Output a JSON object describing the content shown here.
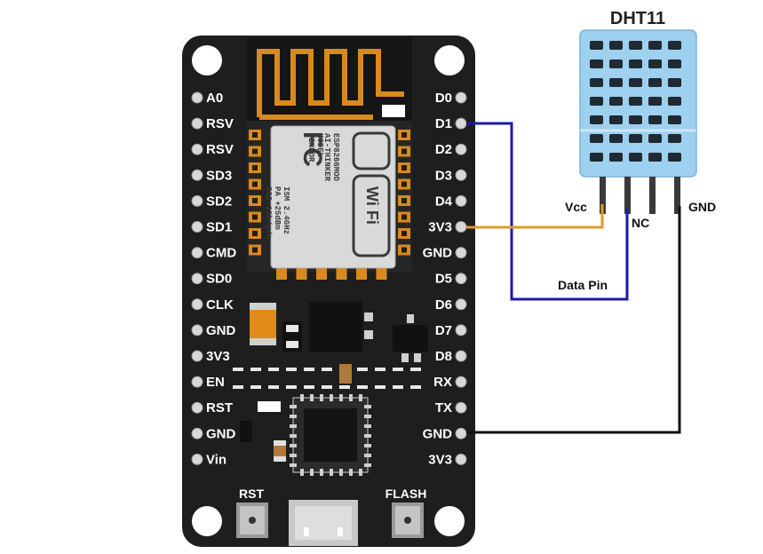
{
  "board": {
    "left_pins": [
      "A0",
      "RSV",
      "RSV",
      "SD3",
      "SD2",
      "SD1",
      "CMD",
      "SD0",
      "CLK",
      "GND",
      "3V3",
      "EN",
      "RST",
      "GND",
      "Vin"
    ],
    "right_pins": [
      "D0",
      "D1",
      "D2",
      "D3",
      "D4",
      "3V3",
      "GND",
      "D5",
      "D6",
      "D7",
      "D8",
      "RX",
      "TX",
      "GND",
      "3V3"
    ],
    "buttons": {
      "rst": "RST",
      "flash": "FLASH"
    },
    "module_text": {
      "fc": "FC",
      "model": "MODEL",
      "vendor": "VENDOR",
      "part": "ESP8266MOD",
      "maker": "AI-THINKER",
      "ism": "ISM 2.4GHz",
      "pa": "PA +25dBm",
      "std": "802.11b/g/n",
      "wifi": "Wi Fi"
    }
  },
  "sensor": {
    "title": "DHT11"
  },
  "wires": {
    "vcc": "Vcc",
    "nc": "NC",
    "gnd": "GND",
    "data": "Data Pin"
  },
  "colors": {
    "board": "#1e1e1e",
    "sensor_body": "#9ed0ef",
    "wire_data": "#1a1aa8",
    "wire_vcc": "#e39a24",
    "wire_gnd": "#111111",
    "gold": "#d88a1e"
  }
}
